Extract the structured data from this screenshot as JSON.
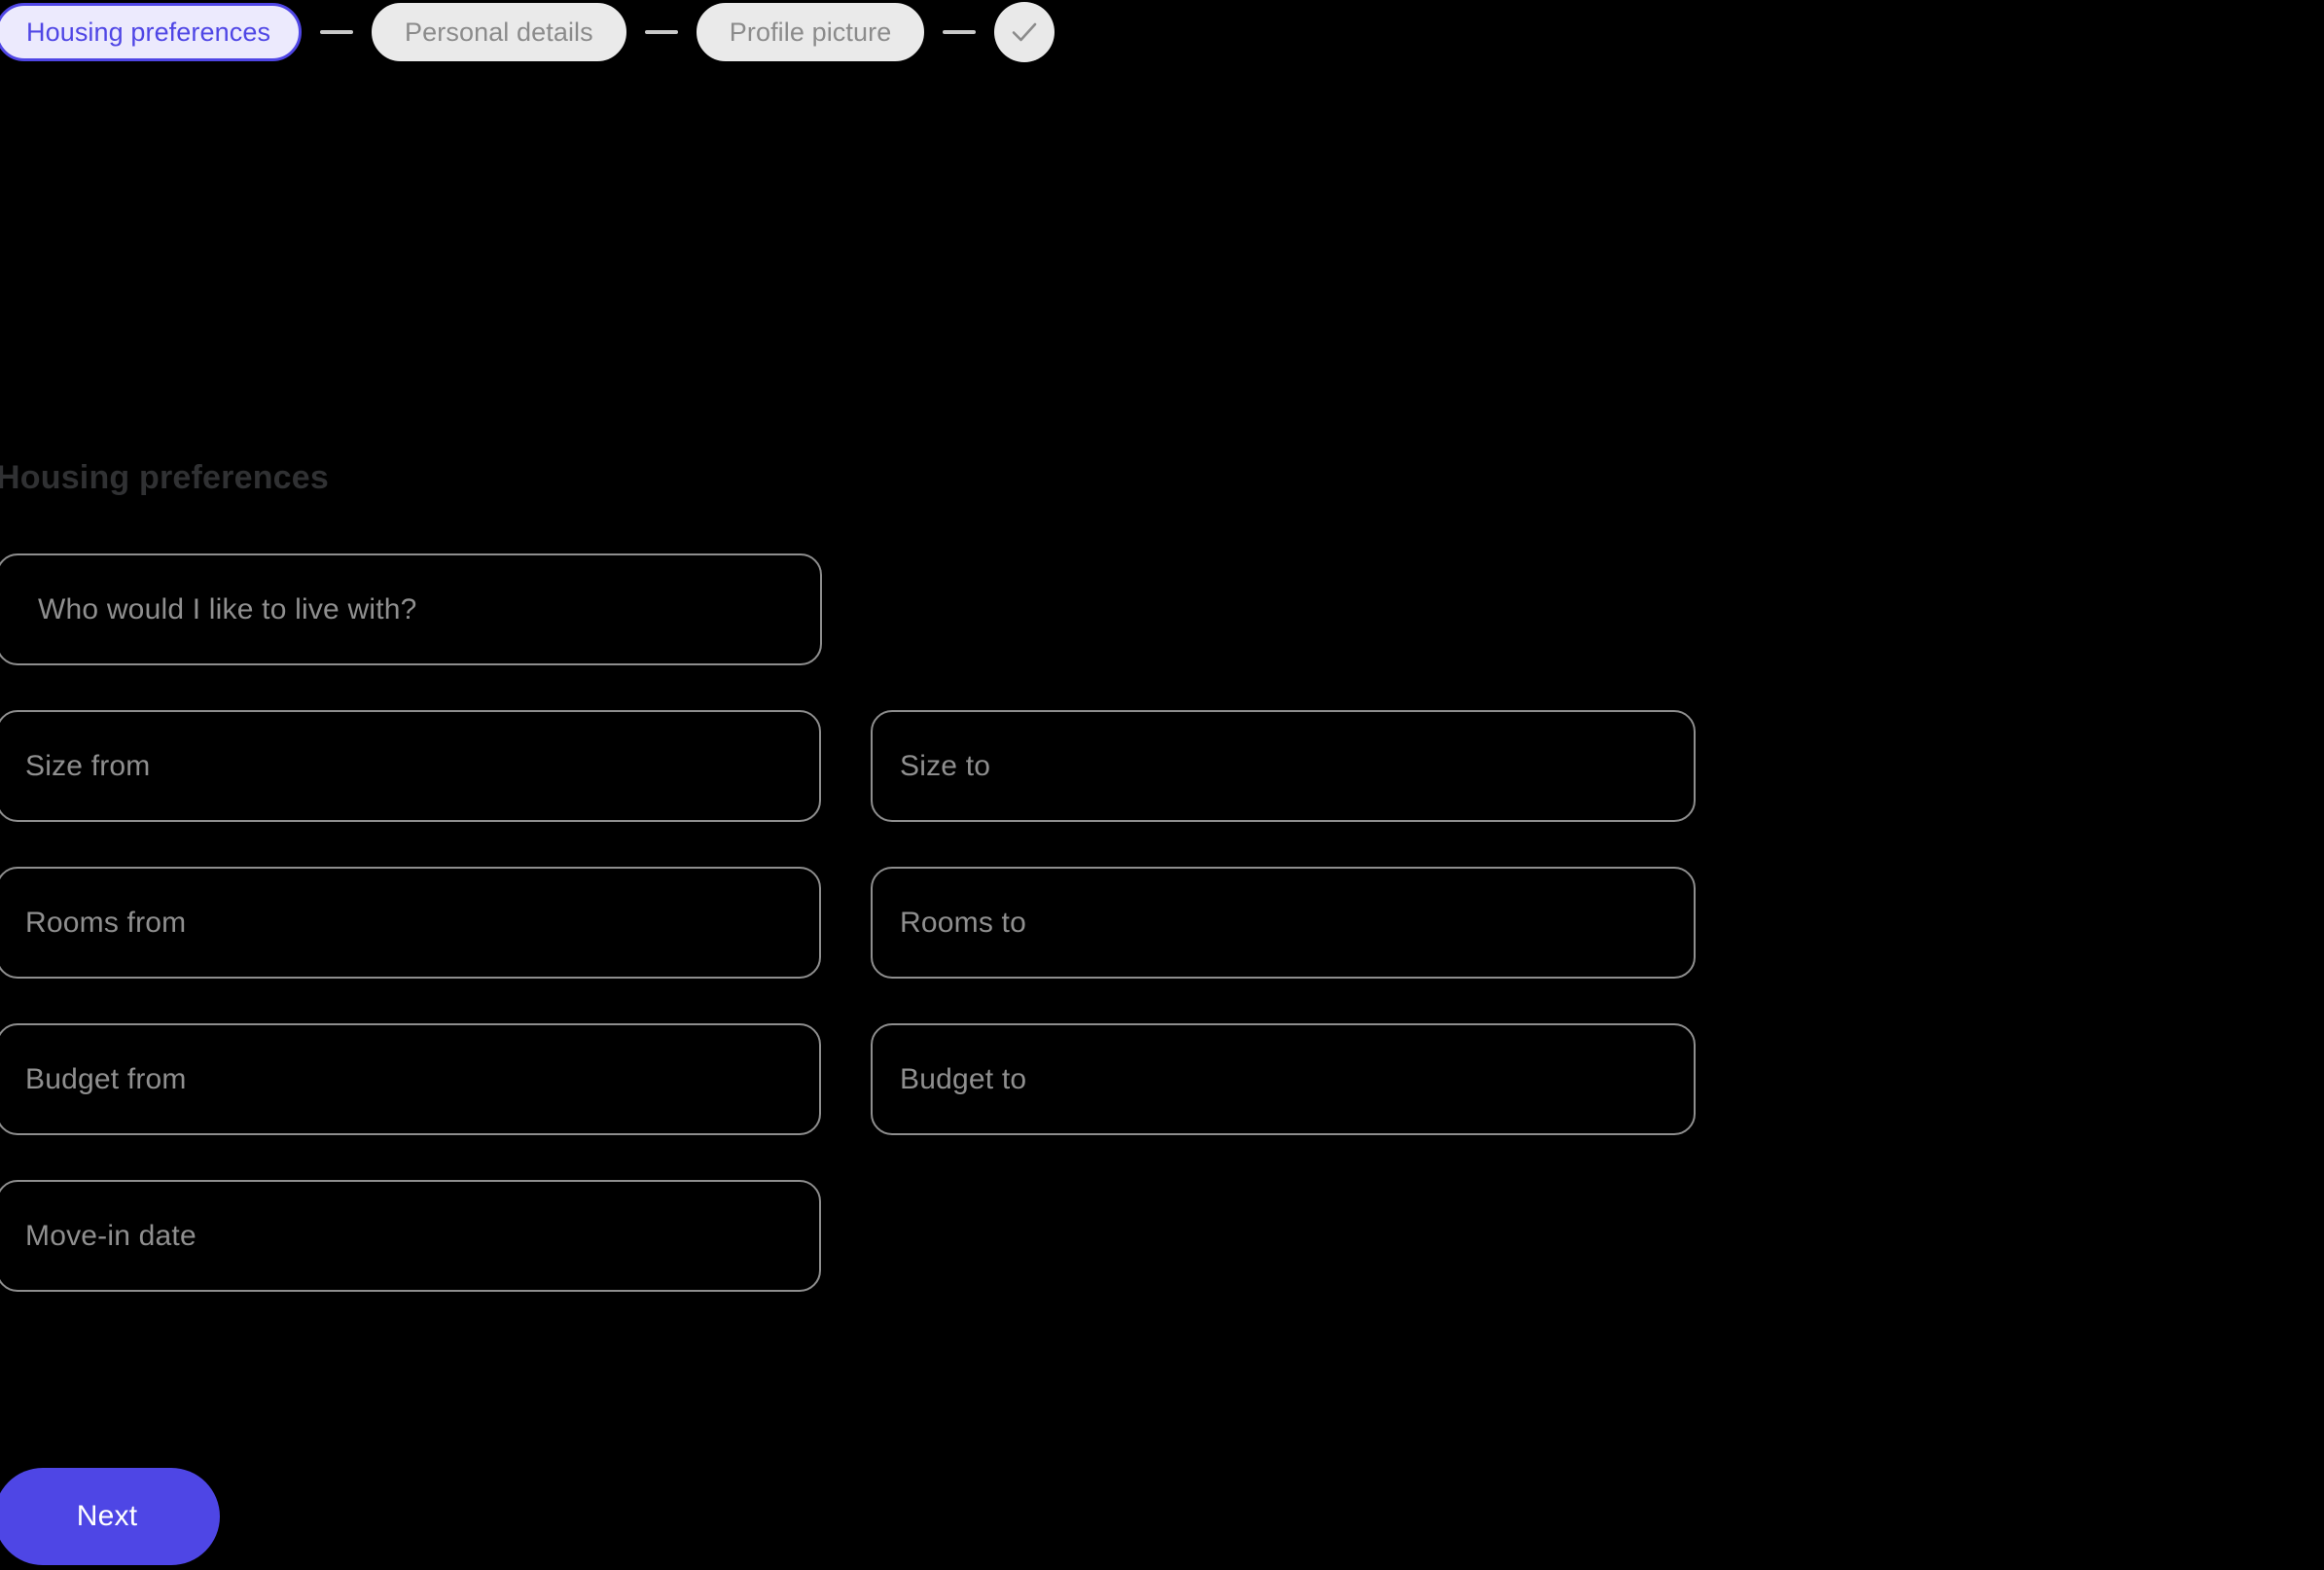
{
  "theme": {
    "background": "#000000",
    "accent": "#4F46E5",
    "pill_active_bg": "#ECEAFD",
    "pill_inactive_bg": "#EAEAEA",
    "pill_inactive_text": "#8B8B8B",
    "connector": "#C9C9C9",
    "field_border": "#8E8E8E",
    "placeholder": "#8F8F8F",
    "heading_color": "#303133",
    "button_text": "#FFFFFF"
  },
  "stepper": {
    "steps": [
      {
        "label": "Housing preferences",
        "state": "active"
      },
      {
        "label": "Personal details",
        "state": "inactive"
      },
      {
        "label": "Profile picture",
        "state": "inactive"
      }
    ],
    "final_icon": "check-icon"
  },
  "section": {
    "title": "Housing preferences"
  },
  "form": {
    "fields": [
      {
        "name": "live-with",
        "placeholder": "Who would I like to live with?",
        "value": ""
      },
      {
        "name": "size-from",
        "placeholder": "Size from",
        "value": ""
      },
      {
        "name": "size-to",
        "placeholder": "Size to",
        "value": ""
      },
      {
        "name": "rooms-from",
        "placeholder": "Rooms from",
        "value": ""
      },
      {
        "name": "rooms-to",
        "placeholder": "Rooms to",
        "value": ""
      },
      {
        "name": "budget-from",
        "placeholder": "Budget from",
        "value": ""
      },
      {
        "name": "budget-to",
        "placeholder": "Budget to",
        "value": ""
      },
      {
        "name": "move-in-date",
        "placeholder": "Move-in date",
        "value": ""
      }
    ]
  },
  "actions": {
    "next_label": "Next"
  }
}
